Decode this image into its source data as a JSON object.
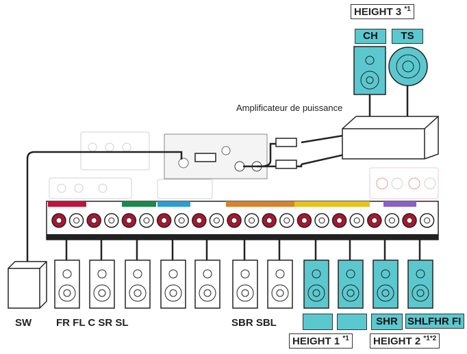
{
  "labels": {
    "height3": "HEIGHT 3",
    "height3_note": "*1",
    "ch": "CH",
    "ts": "TS",
    "power_amp": "Amplificateur de puissance",
    "sw": "SW",
    "front_group": "FR FL C SR SL",
    "back_group": "SBR SBL",
    "shr": "SHR",
    "shl_fhr": "SHLFHR FI",
    "height1": "HEIGHT 1",
    "height1_note": "*1",
    "height2": "HEIGHT 2",
    "height2_note": "*1*2"
  },
  "colors": {
    "height_speaker": "#5bc8cf",
    "binding_post_red": "#b3122e",
    "speaker_stroke": "#444444",
    "cable": "#222222"
  }
}
